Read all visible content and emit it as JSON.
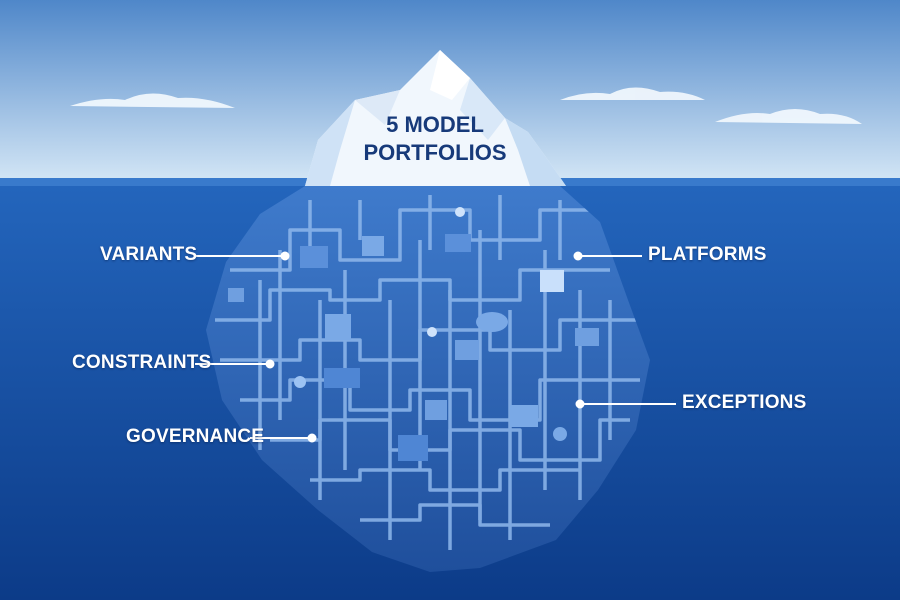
{
  "tip": {
    "line1": "5 MODEL",
    "line2": "PORTFOLIOS"
  },
  "labels": {
    "variants": "VARIANTS",
    "constraints": "CONSTRAINTS",
    "governance": "GOVERNANCE",
    "platforms": "PLATFORMS",
    "exceptions": "EXCEPTIONS"
  },
  "colors": {
    "sky_top": "#4f87c9",
    "sky_bottom": "#d2e5f5",
    "ocean_top": "#2466bd",
    "ocean_bottom": "#0d3f8f",
    "ice_body": "#2f64b4",
    "circuit": "#8fb8ec",
    "tip_text": "#173a7a"
  }
}
